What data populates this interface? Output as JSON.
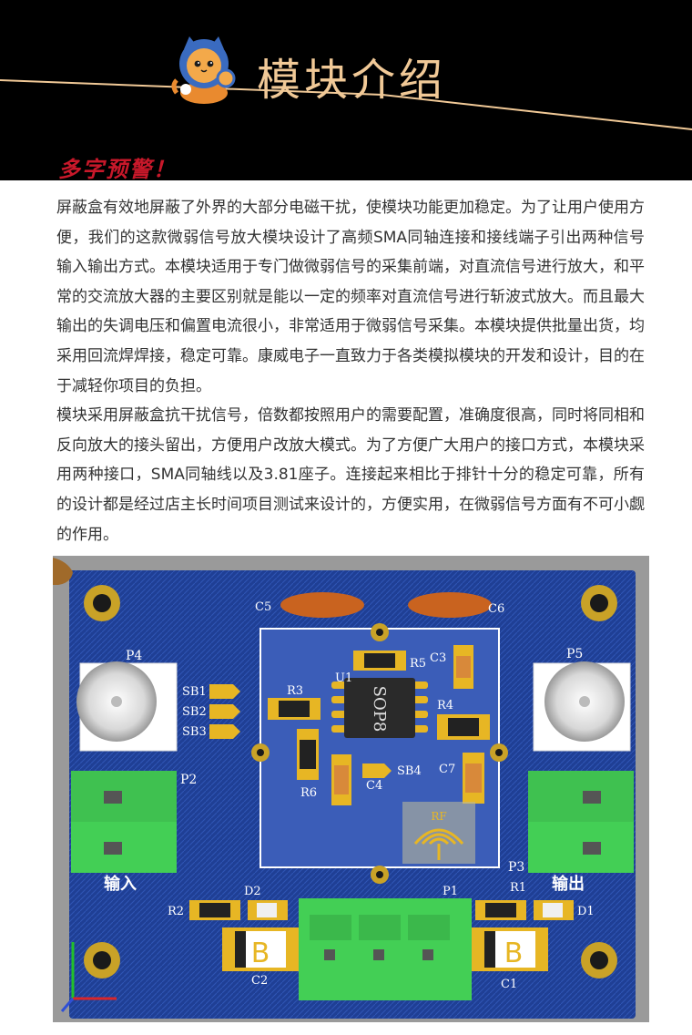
{
  "header": {
    "title": "模块介绍",
    "warning": "多字预警！",
    "accent_color": "#f1c997",
    "warning_color": "#c8182a",
    "mascot_icon": "cat-astronaut-icon"
  },
  "content": {
    "paragraphs": [
      "屏蔽盒有效地屏蔽了外界的大部分电磁干扰，使模块功能更加稳定。为了让用户使用方便，我们的这款微弱信号放大模块设计了高频SMA同轴连接和接线端子引出两种信号输入输出方式。本模块适用于专门做微弱信号的采集前端，对直流信号进行放大，和平常的交流放大器的主要区别就是能以一定的频率对直流信号进行斩波式放大。而且最大输出的失调电压和偏置电流很小，非常适用于微弱信号采集。本模块提供批量出货，均采用回流焊焊接，稳定可靠。康威电子一直致力于各类模拟模块的开发和设计，目的在于减轻你项目的负担。",
      "模块采用屏蔽盒抗干扰信号，倍数都按照用户的需要配置，准确度很高，同时将同相和反向放大的接头留出，方便用户改放大模式。为了方便广大用户的接口方式，本模块采用两种接口，SMA同轴线以及3.81座子。连接起来相比于排针十分的稳定可靠，所有的设计都是经过店主长时间项目测试来设计的，方便实用，在微弱信号方面有不可小觑的作用。"
    ]
  },
  "pcb": {
    "board_color": "#1e3a8a",
    "labels": {
      "p4": "P4",
      "p5": "P5",
      "p2": "P2",
      "p3": "P3",
      "p1": "P1",
      "sb1": "SB1",
      "sb2": "SB2",
      "sb3": "SB3",
      "sb4": "SB4",
      "c1": "C1",
      "c2": "C2",
      "c3": "C3",
      "c4": "C4",
      "c5": "C5",
      "c6": "C6",
      "c7": "C7",
      "r1": "R1",
      "r2": "R2",
      "r3": "R3",
      "r4": "R4",
      "r5": "R5",
      "r6": "R6",
      "d1": "D1",
      "d2": "D2",
      "u1": "U1",
      "chip": "SOP8",
      "input": "输入",
      "output": "输出",
      "rf": "RF",
      "b": "B"
    }
  }
}
